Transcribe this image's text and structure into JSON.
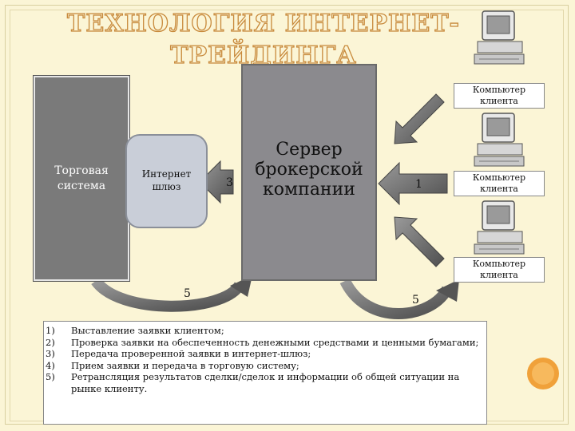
{
  "title": "ТЕХНОЛОГИЯ ИНТЕРНЕТ-ТРЕЙДИНГА",
  "title_line1": "ТЕХНОЛОГИЯ ИНТЕРНЕТ-",
  "title_line2": "ТРЕЙДИНГА",
  "nodes": {
    "trading_system": "Торговая\nсистема",
    "internet_gateway": "Интернет\nшлюз",
    "broker_server": "Сервер\nброкерской\nкомпании",
    "client_1": "Компьютер\nклиента",
    "client_2": "Компьютер\nклиента",
    "client_3": "Компьютер\nклиента"
  },
  "step_labels": {
    "step_1": "1",
    "step_3": "3",
    "step_5_left": "5",
    "step_5_right": "5"
  },
  "legend": [
    {
      "n": "1)",
      "text": "Выставление заявки клиентом;"
    },
    {
      "n": "2)",
      "text": "Проверка заявки на обеспеченность денежными средствами и ценными бумагами;"
    },
    {
      "n": "3)",
      "text": "Передача проверенной заявки в интернет-шлюз;"
    },
    {
      "n": "4)",
      "text": "Прием заявки и передача в торговую систему;"
    },
    {
      "n": "5)",
      "text": "Ретрансляция результатов сделки/сделок и информации об общей ситуации на рынке клиенту."
    }
  ],
  "colors": {
    "background": "#fbf5d6",
    "title_outline": "#c88a3c",
    "arrow": "#6e6e6e",
    "accent_circle": "#f0a13a"
  }
}
